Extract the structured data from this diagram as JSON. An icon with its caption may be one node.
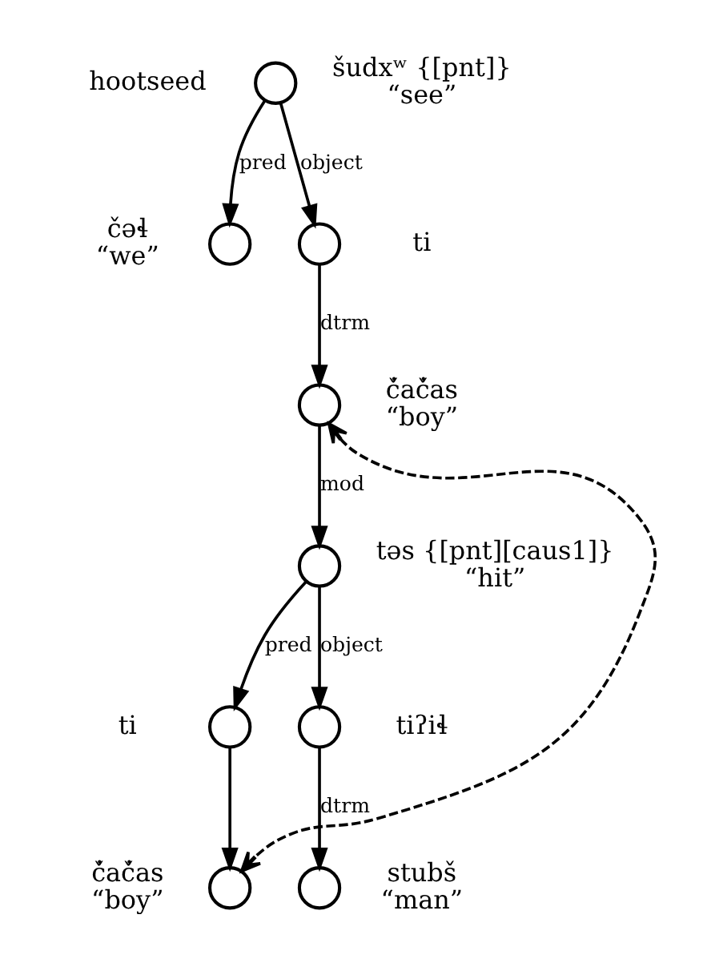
{
  "diagram": {
    "nodes": [
      {
        "text": [],
        "shape": "circle",
        "beside": [
          "šudxʷ {[pnt]}",
          "“see”"
        ]
      },
      {
        "text": [],
        "shape": "circle",
        "beside": [
          "čəɬ",
          "“we”"
        ]
      },
      {
        "text": [],
        "shape": "circle",
        "beside": [
          "ti"
        ]
      },
      {
        "text": [],
        "shape": "circle",
        "beside": [
          "č̓ač̓as",
          "“boy”"
        ]
      },
      {
        "text": [],
        "shape": "circle",
        "beside": [
          "təs {[pnt][caus1]}",
          "“hit”"
        ]
      },
      {
        "text": [],
        "shape": "circle",
        "beside": [
          "ti"
        ]
      },
      {
        "text": [],
        "shape": "circle",
        "beside": [
          "tiʔiɬ"
        ]
      },
      {
        "text": [],
        "shape": "circle",
        "beside": [
          "č̓ač̓as",
          "“boy”"
        ]
      },
      {
        "text": [],
        "shape": "circle",
        "beside": [
          "stubš",
          "“man”"
        ]
      }
    ],
    "edges": [
      {
        "from": 0,
        "to": 1,
        "arrow": "to",
        "label": "pred"
      },
      {
        "from": 0,
        "to": 2,
        "arrow": "to",
        "label": "object"
      },
      {
        "from": 2,
        "to": 3,
        "arrow": "to",
        "label": "dtrm"
      },
      {
        "from": 3,
        "to": 4,
        "arrow": "to",
        "label": "mod"
      },
      {
        "from": 4,
        "to": 5,
        "arrow": "to",
        "label": "pred"
      },
      {
        "from": 4,
        "to": 6,
        "arrow": "to",
        "label": "object"
      },
      {
        "from": 5,
        "to": 7,
        "arrow": "to"
      },
      {
        "from": 6,
        "to": 8,
        "arrow": "to",
        "label": "dtrm"
      },
      {
        "from": 3,
        "to": 7,
        "arrow": "both",
        "style": "dashed"
      }
    ],
    "labels": [
      "hootseed"
    ]
  }
}
